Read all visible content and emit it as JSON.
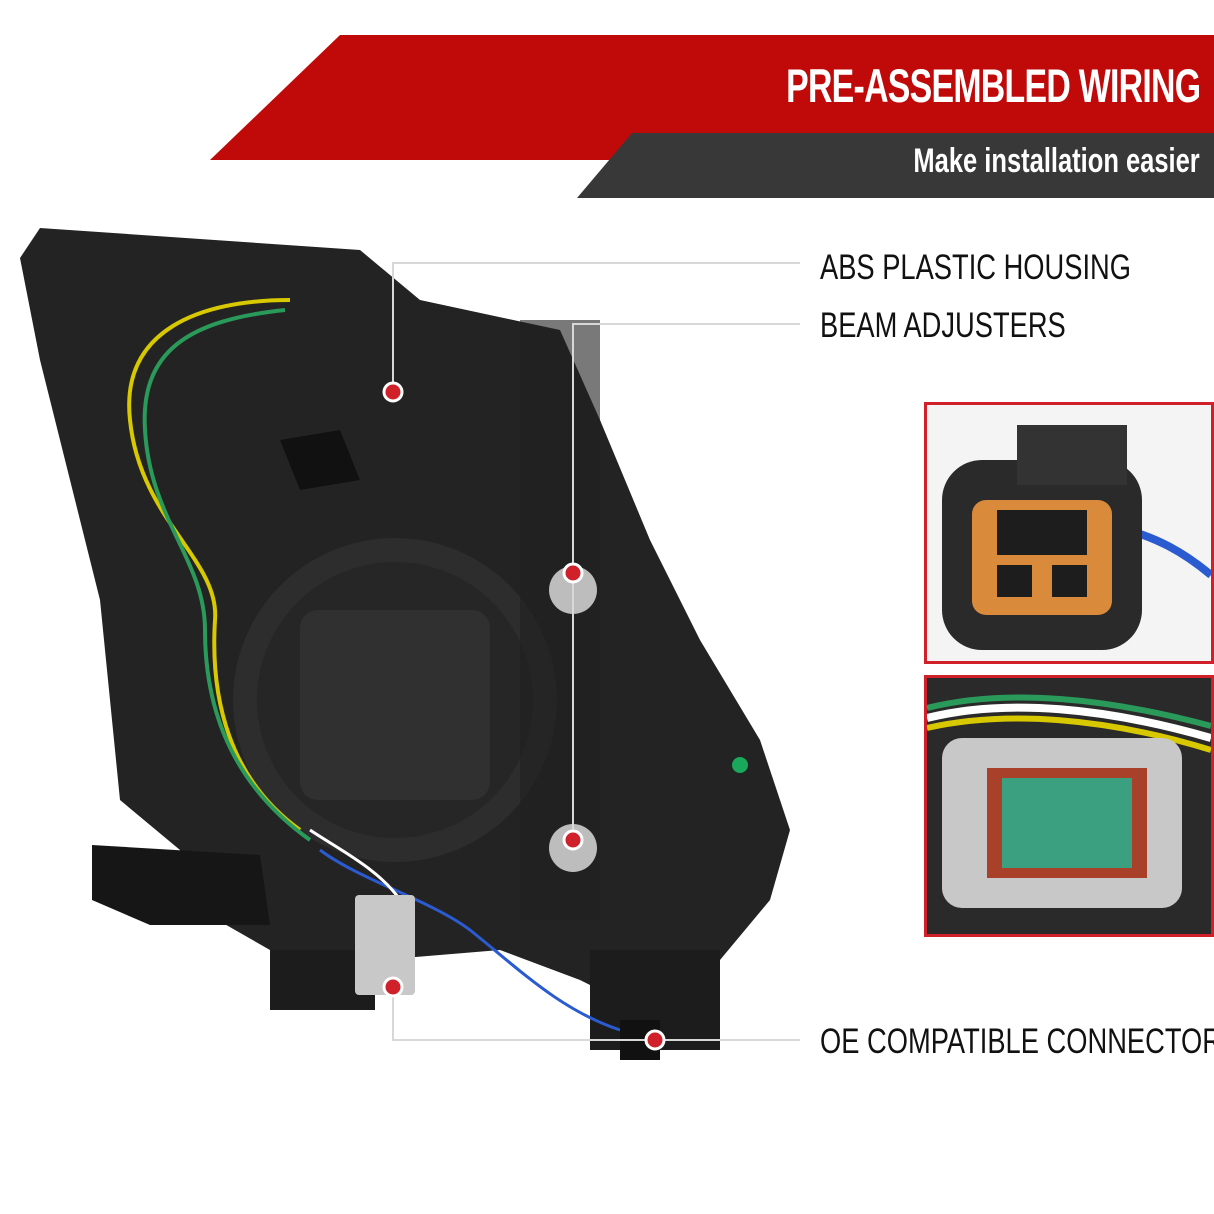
{
  "banner": {
    "title": "PRE-ASSEMBLED WIRING",
    "subtitle": "Make installation easier",
    "title_color": "#c00a0a",
    "subtitle_color": "#383838"
  },
  "callouts": [
    {
      "label": "ABS PLASTIC HOUSING"
    },
    {
      "label": "BEAM ADJUSTERS"
    },
    {
      "label": "OE COMPATIBLE CONNECTORS"
    }
  ],
  "colors": {
    "marker": "#d0202a",
    "inset_border": "#d0202a",
    "housing": "#232323"
  }
}
